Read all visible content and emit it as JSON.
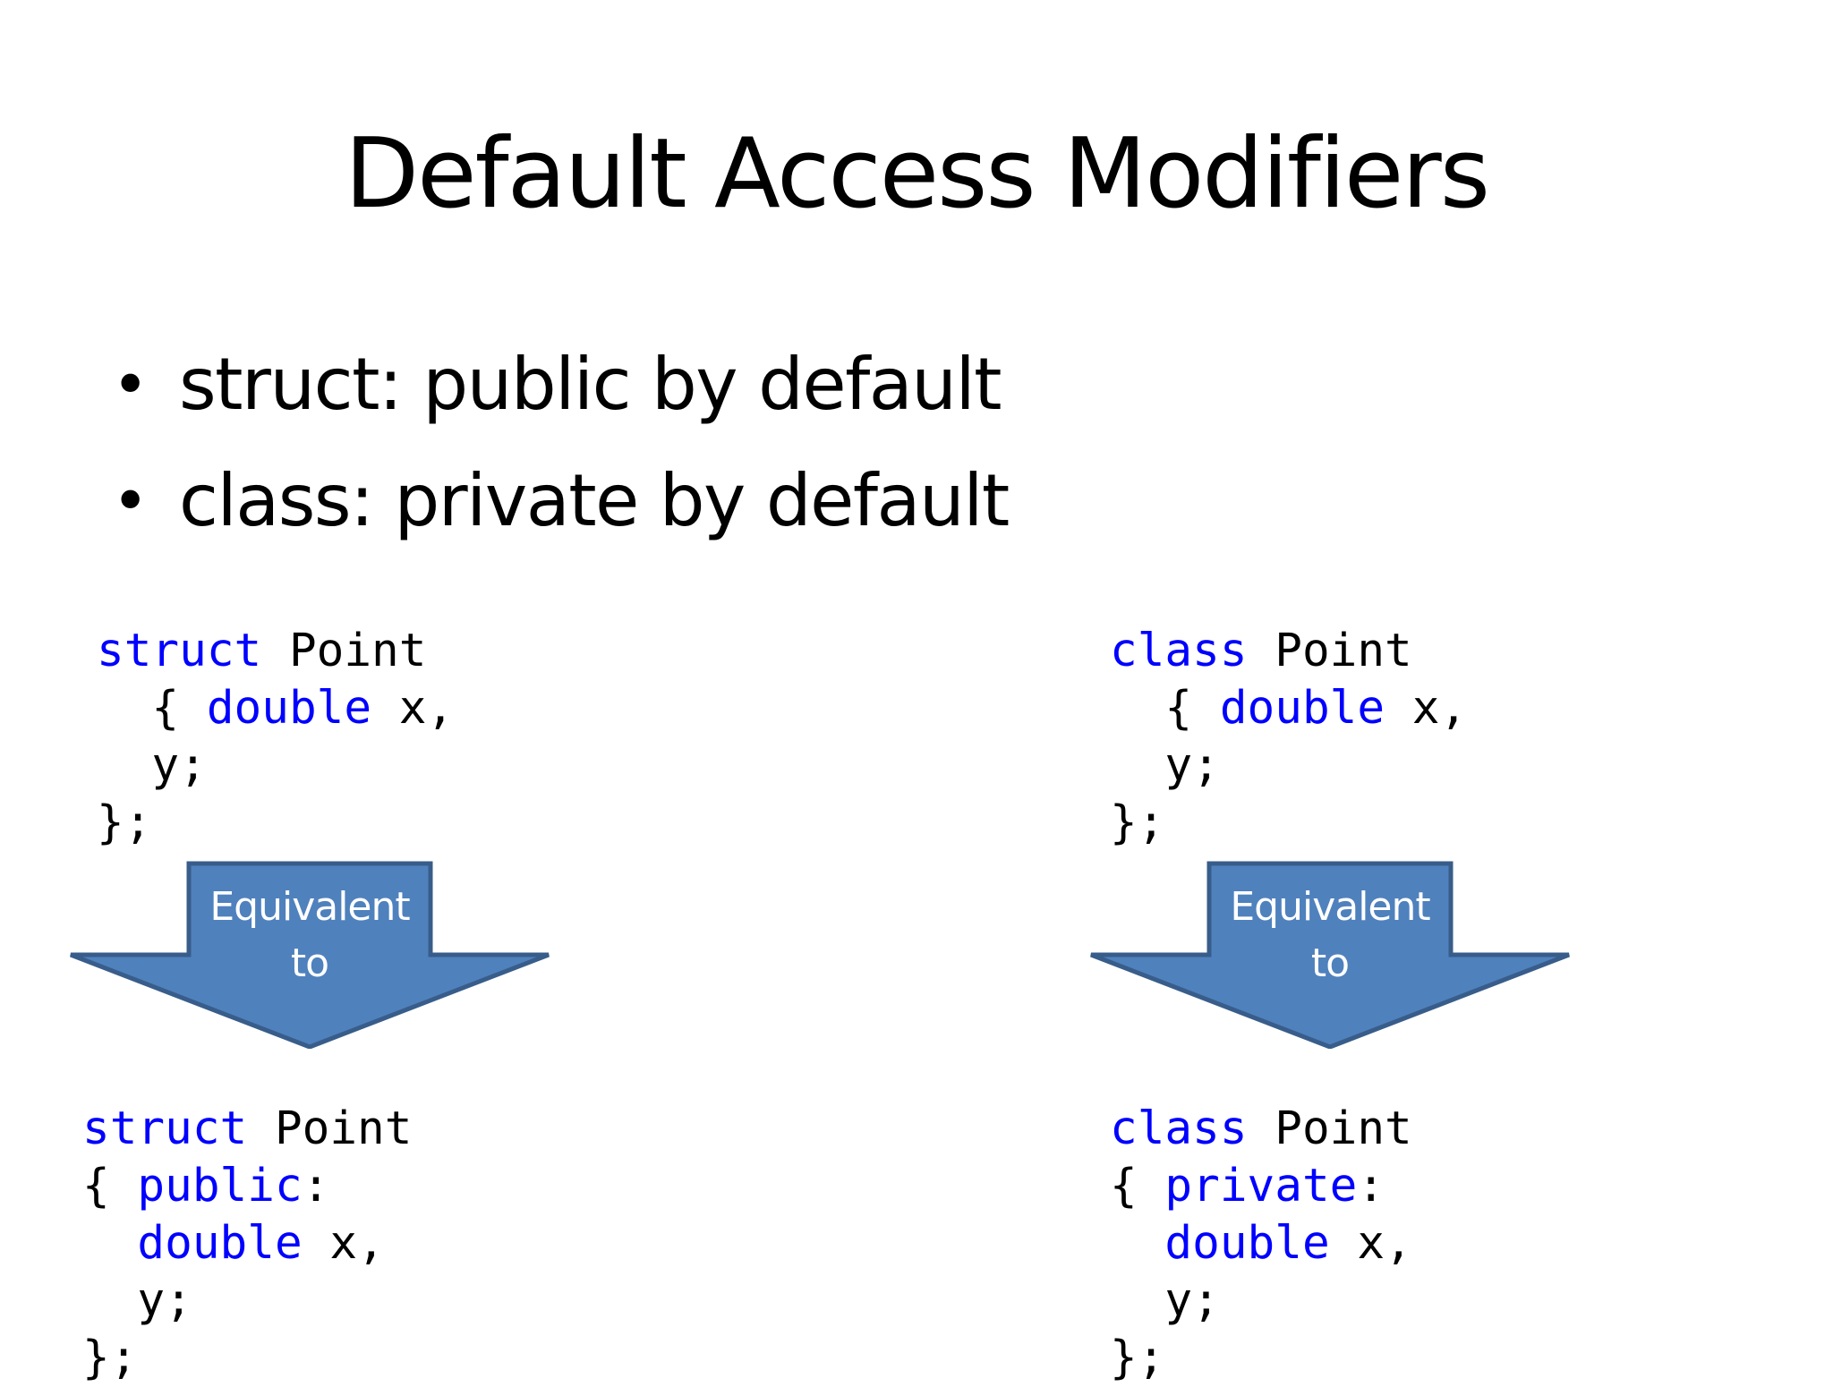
{
  "title": "Default Access Modifiers",
  "bullets": [
    "struct: public by default",
    "class: private by default"
  ],
  "bullet_glyph": "•",
  "colors": {
    "keyword": "#0000ff",
    "arrow_fill": "#4f81bd",
    "arrow_stroke": "#385d8a"
  },
  "arrow_label_line1": "Equivalent",
  "arrow_label_line2": "to",
  "code": {
    "struct_before": {
      "kw_struct": "struct",
      "name": " Point",
      "brace_open": "  { ",
      "kw_double": "double",
      "member_x": " x,",
      "member_y": "  y;",
      "brace_close": "};"
    },
    "class_before": {
      "kw_class": "class",
      "name": " Point",
      "brace_open": "  { ",
      "kw_double": "double",
      "member_x": " x,",
      "member_y": "  y;",
      "brace_close": "};"
    },
    "struct_after": {
      "kw_struct": "struct",
      "name": " Point",
      "brace_open": "{ ",
      "kw_access": "public",
      "colon": ":",
      "indent": "  ",
      "kw_double": "double",
      "member_x": " x,",
      "member_y": "  y;",
      "brace_close": "};"
    },
    "class_after": {
      "kw_class": "class",
      "name": " Point",
      "brace_open": "{ ",
      "kw_access": "private",
      "colon": ":",
      "indent": "  ",
      "kw_double": "double",
      "member_x": " x,",
      "member_y": "  y;",
      "brace_close": "};"
    }
  }
}
